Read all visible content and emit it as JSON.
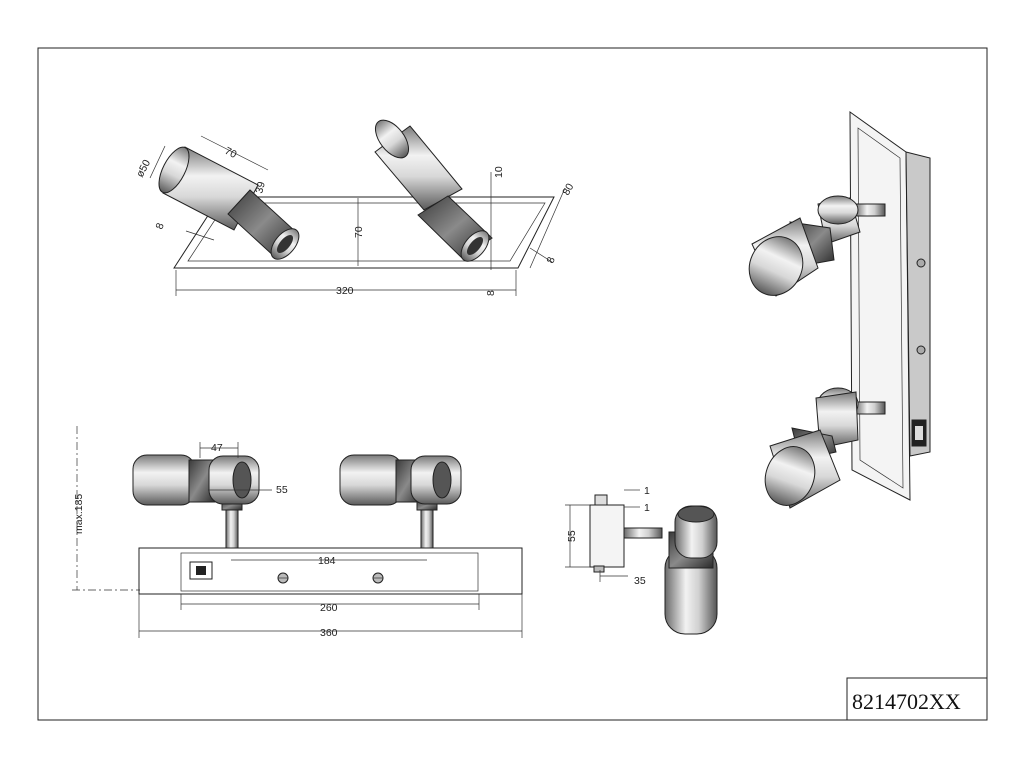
{
  "drawing": {
    "product_code": "8214702XX",
    "top_view_dims": [
      "ø50",
      "70",
      "39",
      "8",
      "70",
      "10",
      "80",
      "8",
      "320",
      "8"
    ],
    "front_view_dims": [
      "47",
      "55",
      "max.185",
      "184",
      "260",
      "360"
    ],
    "side_view_dims": [
      "1",
      "1",
      "55",
      "35"
    ]
  }
}
